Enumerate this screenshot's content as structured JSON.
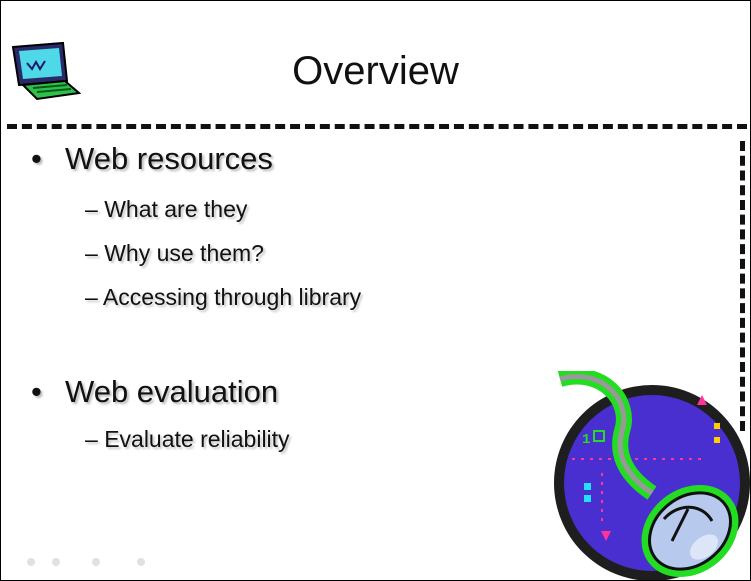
{
  "slide": {
    "title": "Overview",
    "bullets": [
      {
        "text": "Web resources",
        "subs": [
          "What are they",
          "Why use them?",
          "Accessing through library"
        ]
      },
      {
        "text": "Web evaluation",
        "subs": [
          "Evaluate reliability"
        ]
      }
    ],
    "bullet_char": "•",
    "sub_bullet_char": "–"
  },
  "icons": {
    "header": "computer-monitor-icon",
    "clipart": "computer-mouse-icon"
  },
  "colors": {
    "background": "#ffffff",
    "text": "#111111",
    "dashes": "#111111",
    "clipart_circle": "#4a2fd0",
    "clipart_ring": "#1e1e1e",
    "clipart_cable": "#22dd22",
    "clipart_mouse": "#b8c9ee"
  }
}
